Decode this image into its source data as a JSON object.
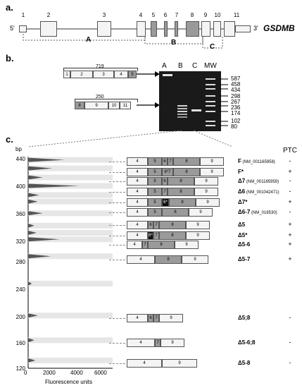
{
  "panel_a": {
    "label": "a.",
    "five_prime": "5'",
    "three_prime": "3'",
    "gene": "GSDMB",
    "exon_numbers": [
      "1",
      "2",
      "3",
      "4",
      "5",
      "6",
      "7",
      "8",
      "9",
      "10",
      "11"
    ],
    "region_labels": [
      "A",
      "B",
      "C"
    ]
  },
  "panel_b": {
    "label": "b.",
    "ladder_top_size": "719",
    "ladder_top_exons": [
      "1",
      "2",
      "3",
      "4",
      "5"
    ],
    "ladder_bottom_size": "250",
    "ladder_bottom_exons": [
      "8",
      "9",
      "10",
      "11"
    ],
    "lane_labels": [
      "A",
      "B",
      "C",
      "MW"
    ],
    "mw_sizes": [
      "587",
      "458",
      "434",
      "298",
      "267",
      "236",
      "174",
      "102",
      "80"
    ]
  },
  "panel_c": {
    "label": "c.",
    "y_unit": "bp",
    "ptc_header": "PTC",
    "x_label": "Fluorescence units",
    "products": [
      {
        "name": "F",
        "acc": "(NM_001165958)",
        "ptc": "-"
      },
      {
        "name": "F*",
        "acc": "",
        "ptc": "+"
      },
      {
        "name": "Δ7",
        "acc": "(NM_001165959)",
        "ptc": "-"
      },
      {
        "name": "Δ6",
        "acc": "(NM_001042471)",
        "ptc": "-"
      },
      {
        "name": "Δ7*",
        "acc": "",
        "ptc": "+"
      },
      {
        "name": "Δ6-7",
        "acc": "(NM_018530)",
        "ptc": "-"
      },
      {
        "name": "Δ5",
        "acc": "",
        "ptc": "+"
      },
      {
        "name": "Δ5*",
        "acc": "",
        "ptc": "+"
      },
      {
        "name": "Δ5-6",
        "acc": "",
        "ptc": "+"
      },
      {
        "name": "Δ5-7",
        "acc": "",
        "ptc": "+"
      },
      {
        "name": "Δ5;8",
        "acc": "",
        "ptc": "-"
      },
      {
        "name": "Δ5-6;8",
        "acc": "",
        "ptc": "-"
      },
      {
        "name": "Δ5-8",
        "acc": "",
        "ptc": "-"
      }
    ]
  },
  "chart_data": {
    "type": "line",
    "xlabel": "Fluorescence units",
    "ylabel": "bp",
    "x_ticks": [
      "0",
      "2000",
      "4000",
      "6000"
    ],
    "y_ticks": [
      "440",
      "400",
      "360",
      "320",
      "280",
      "240",
      "200",
      "160",
      "120"
    ],
    "xlim": [
      0,
      7000
    ],
    "ylim": [
      120,
      445
    ],
    "peaks": [
      {
        "bp": 440,
        "fluorescence": 3000
      },
      {
        "bp": 427,
        "fluorescence": 2000
      },
      {
        "bp": 413,
        "fluorescence": 1200
      },
      {
        "bp": 400,
        "fluorescence": 4200
      },
      {
        "bp": 386,
        "fluorescence": 900
      },
      {
        "bp": 376,
        "fluorescence": 800
      },
      {
        "bp": 358,
        "fluorescence": 1200
      },
      {
        "bp": 339,
        "fluorescence": 500
      },
      {
        "bp": 328,
        "fluorescence": 700
      },
      {
        "bp": 318,
        "fluorescence": 2600
      },
      {
        "bp": 292,
        "fluorescence": 1900
      },
      {
        "bp": 250,
        "fluorescence": 300
      },
      {
        "bp": 201,
        "fluorescence": 800
      },
      {
        "bp": 163,
        "fluorescence": 500
      },
      {
        "bp": 132,
        "fluorescence": 600
      }
    ]
  }
}
